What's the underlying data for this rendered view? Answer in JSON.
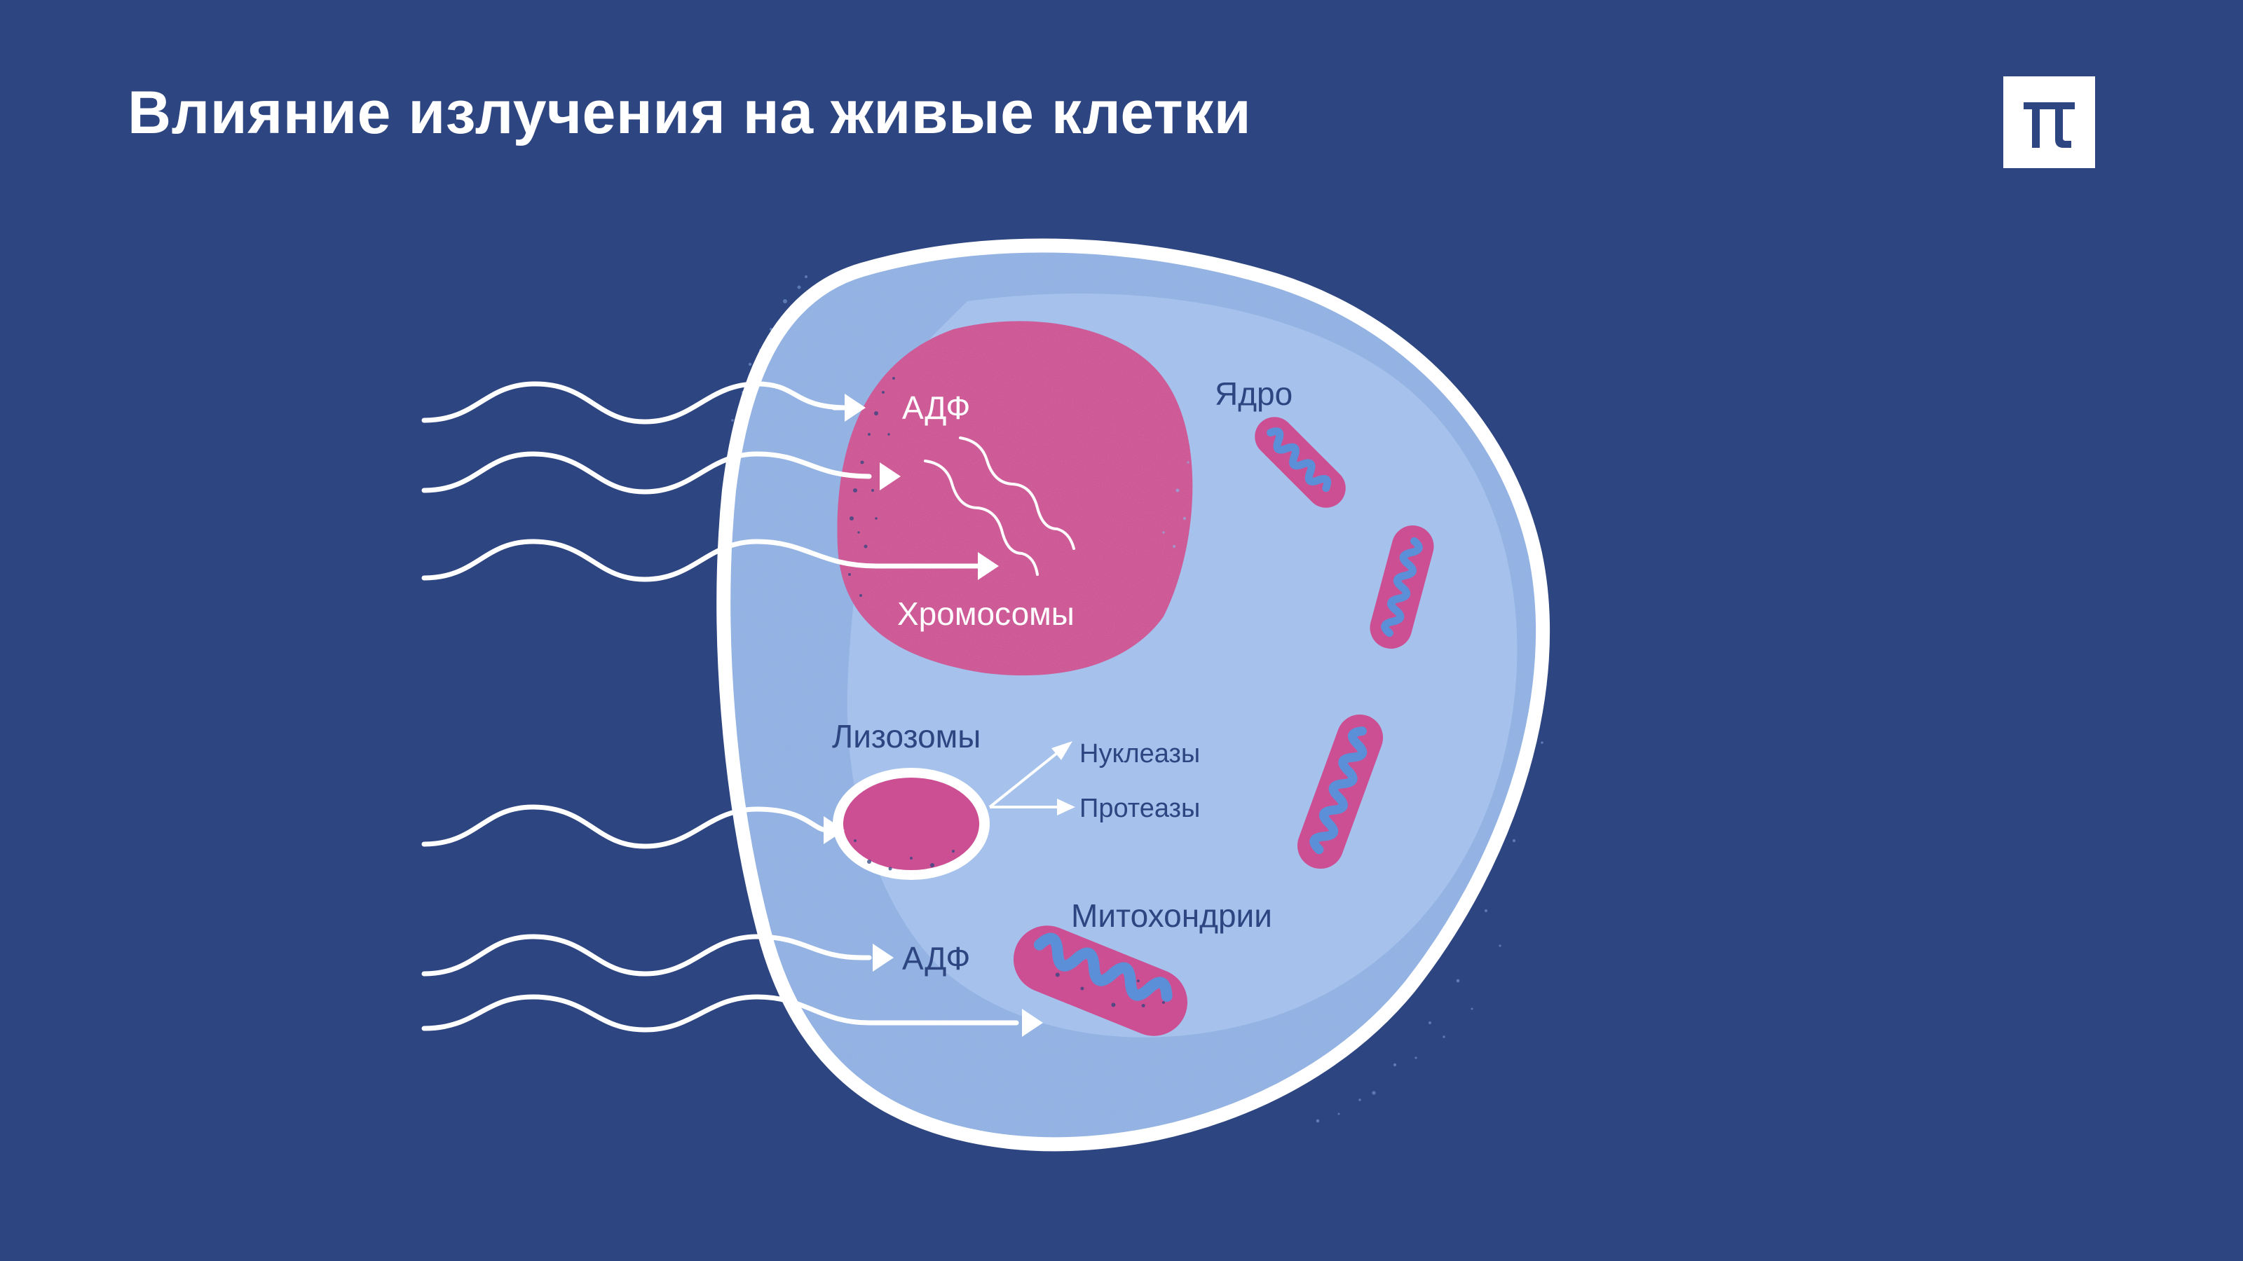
{
  "title": "Влияние излучения на живые клетки",
  "logo": {
    "glyph": "π",
    "icon": "pi-logo-icon"
  },
  "colors": {
    "background": "#2d4580",
    "cell_membrane": "#ffffff",
    "cytoplasm_outer": "#8fb0e2",
    "cytoplasm_inner": "#a7c3ec",
    "nucleus": "#cc4f93",
    "organelle_pink": "#cc4f93",
    "cristae_blue": "#5b8fd8",
    "label_dark": "#2d4580",
    "label_light": "#ffffff",
    "speckle": "#2d4580"
  },
  "labels": {
    "adf_top": "АДФ",
    "nucleus": "Ядро",
    "chromosomes": "Хромосомы",
    "lysosomes": "Лизозомы",
    "nucleases": "Нуклеазы",
    "proteases": "Протеазы",
    "mitochondria": "Митохондрии",
    "adf_bottom": "АДФ"
  },
  "radiation_waves": [
    {
      "id": "wave-1",
      "target": "АДФ (ядро)"
    },
    {
      "id": "wave-2",
      "target": "Ядро"
    },
    {
      "id": "wave-3",
      "target": "Хромосомы"
    },
    {
      "id": "wave-4",
      "target": "Лизозомы"
    },
    {
      "id": "wave-5",
      "target": "АДФ (цитоплазма)"
    },
    {
      "id": "wave-6",
      "target": "Митохондрии"
    }
  ]
}
